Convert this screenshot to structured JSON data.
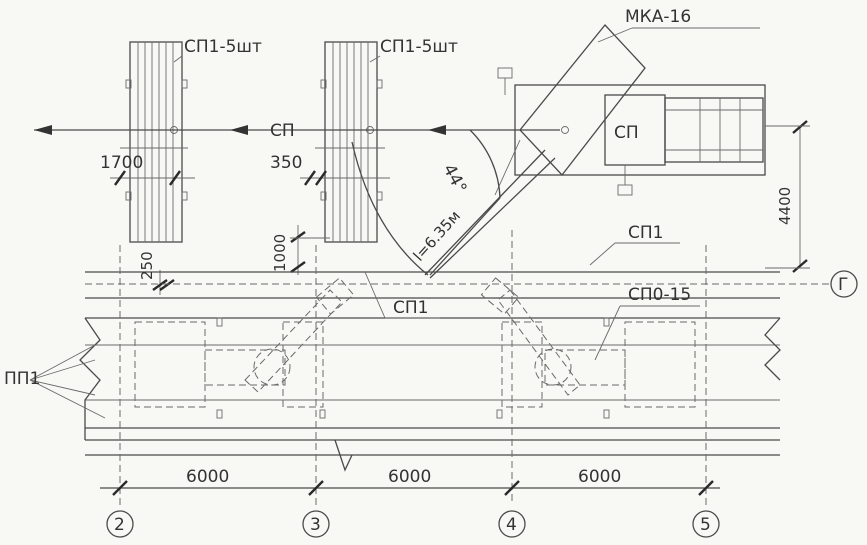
{
  "crane": {
    "label": "МКА-16"
  },
  "stacks": {
    "left_label": "СП1-5шт",
    "right_label": "СП1-5шт"
  },
  "beams": {
    "sp_left": "СП",
    "sp_right": "СП",
    "sp1_top": "СП1",
    "sp1_mid": "СП1",
    "sp0": "СП0-15",
    "pp1": "ПП1"
  },
  "dimensions": {
    "d1700": "1700",
    "d350": "350",
    "d1000": "1000",
    "d250": "250",
    "d4400": "4400",
    "angle": "44°",
    "radius": "l=6.35м",
    "span1": "6000",
    "span2": "6000",
    "span3": "6000"
  },
  "axes": {
    "row_g": "Г",
    "col2": "2",
    "col3": "3",
    "col4": "4",
    "col5": "5"
  }
}
